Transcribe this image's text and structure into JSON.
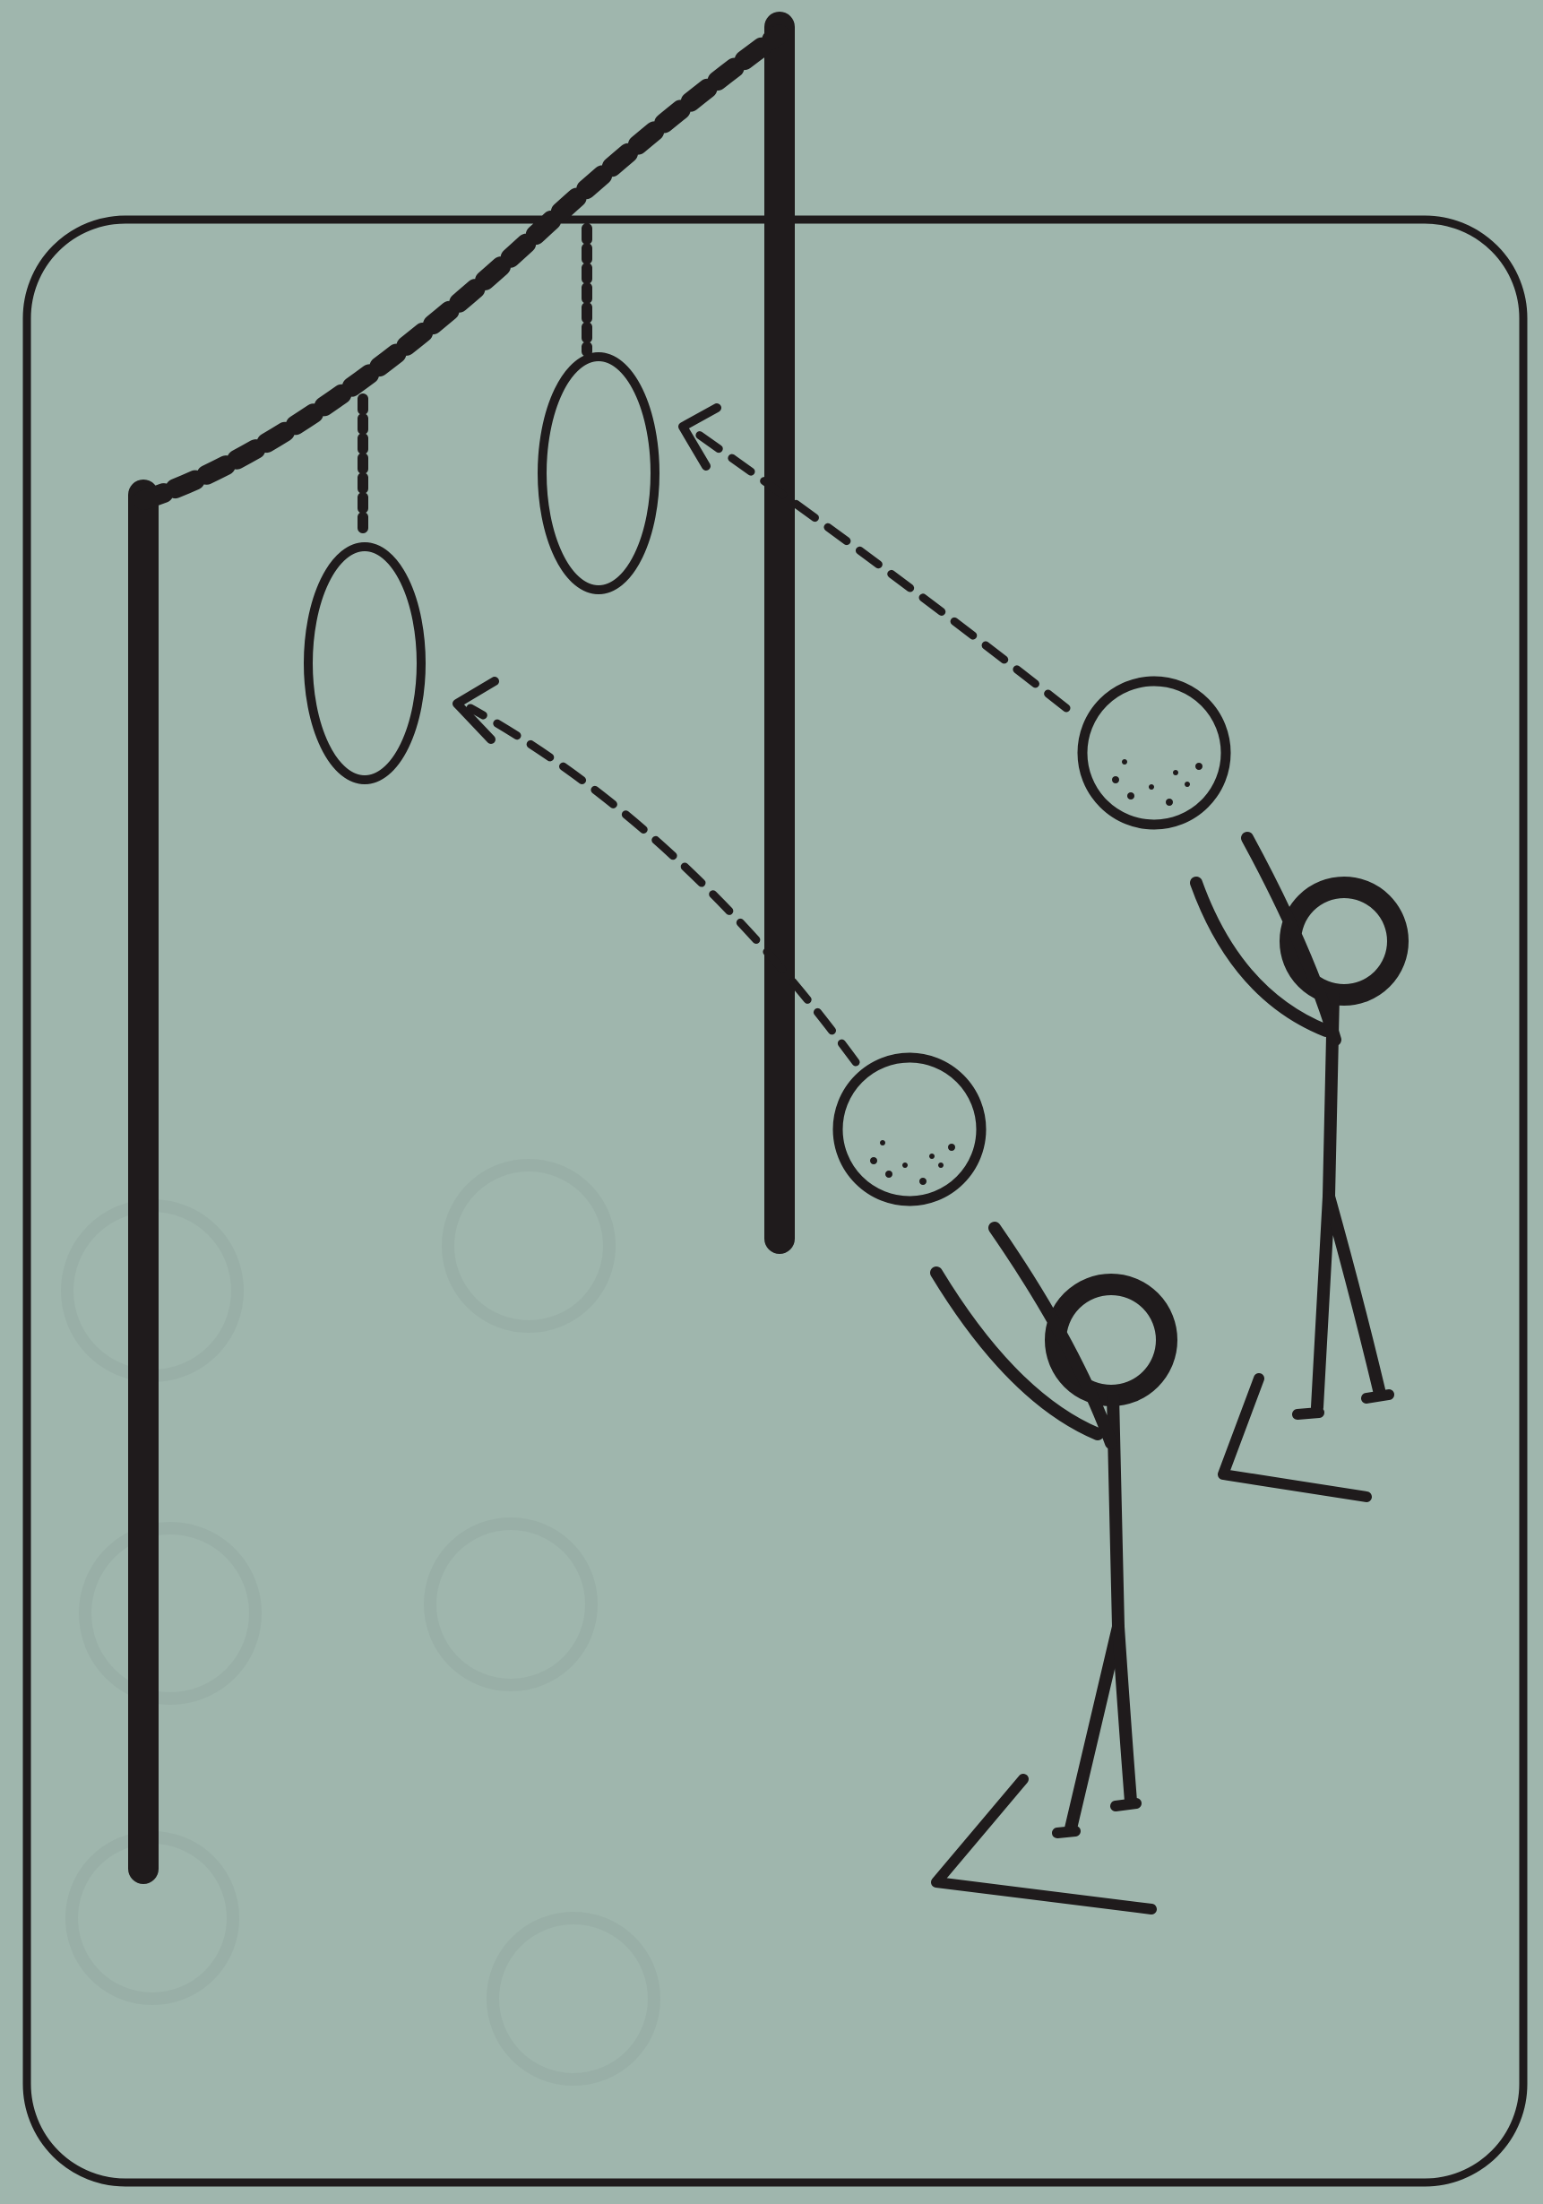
{
  "figure": {
    "frame": "rounded-rectangle-border",
    "poles": [
      {
        "name": "left-pole"
      },
      {
        "name": "right-pole"
      }
    ],
    "rope": {
      "style": "dashed"
    },
    "hoops": [
      {
        "name": "left-hoop"
      },
      {
        "name": "right-hoop"
      }
    ],
    "players": [
      {
        "name": "near-player",
        "throws_at": "left-hoop"
      },
      {
        "name": "far-player",
        "throws_at": "right-hoop"
      }
    ],
    "balls": 2,
    "trajectories": [
      {
        "from": "near-ball",
        "to": "left-hoop",
        "style": "dashed-arrow"
      },
      {
        "from": "far-ball",
        "to": "right-hoop",
        "style": "dashed-arrow"
      }
    ],
    "colors": {
      "background": "#9fb6ad",
      "ink": "#1f1b1c",
      "paper_texture": "#93aaa2"
    }
  }
}
